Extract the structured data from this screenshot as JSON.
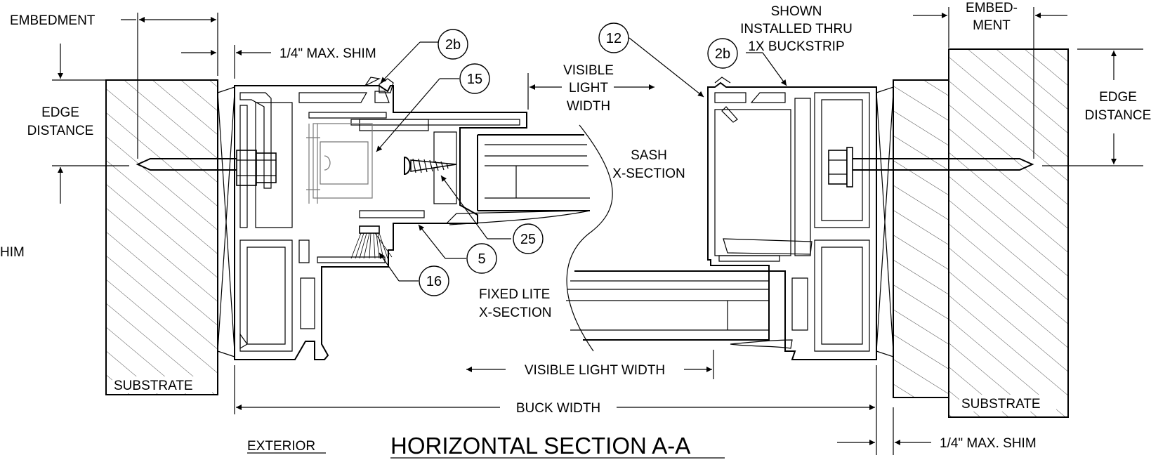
{
  "title": "HORIZONTAL SECTION A-A",
  "side_label": "EXTERIOR",
  "labels": {
    "embedment": "EMBEDMENT",
    "shim_left": "1/4\" MAX. SHIM",
    "edge_left_1": "EDGE",
    "edge_left_2": "DISTANCE",
    "visible_light_1": "VISIBLE",
    "visible_light_2": "LIGHT",
    "visible_light_3": "WIDTH",
    "sash_1": "SASH",
    "sash_2": "X-SECTION",
    "shown_1": "SHOWN",
    "shown_2": "INSTALLED THRU",
    "shown_3": "1X BUCKSTRIP",
    "embed_right_1": "EMBED-",
    "embed_right_2": "MENT",
    "edge_right_1": "EDGE",
    "edge_right_2": "DISTANCE",
    "shim_cut": "HIM",
    "fixed_1": "FIXED LITE",
    "fixed_2": "X-SECTION",
    "visible_light_width": "VISIBLE LIGHT WIDTH",
    "buck_width": "BUCK WIDTH",
    "substrate_left": "SUBSTRATE",
    "substrate_right": "SUBSTRATE",
    "shim_right": "1/4\" MAX. SHIM"
  },
  "callouts": {
    "c2b_left": "2b",
    "c15": "15",
    "c12": "12",
    "c2b_right": "2b",
    "c25": "25",
    "c5": "5",
    "c16": "16"
  }
}
